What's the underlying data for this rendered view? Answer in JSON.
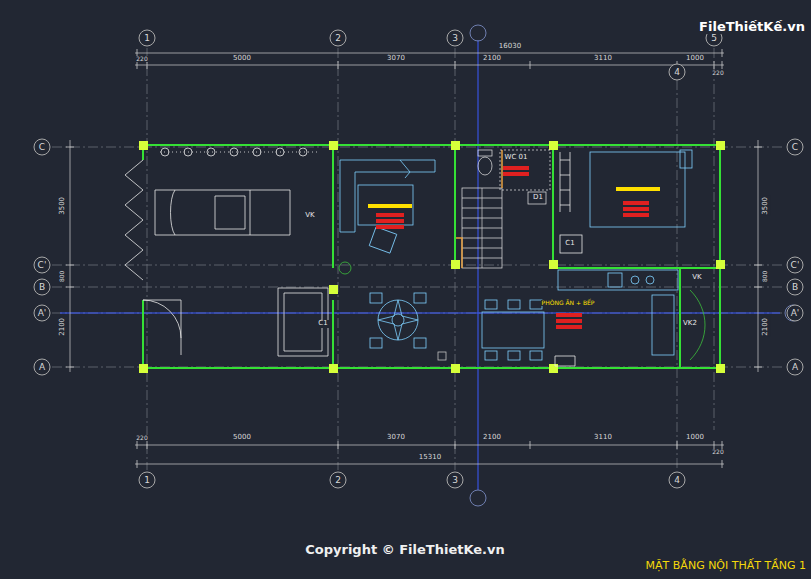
{
  "diagram": {
    "caption": "MẶT BẰNG NỘI THẤT TẦNG 1",
    "nodes": [
      {
        "text": [
          "1"
        ]
      },
      {
        "text": [
          "2"
        ]
      },
      {
        "text": [
          "3"
        ]
      },
      {
        "text": [
          "4"
        ]
      },
      {
        "text": [
          "5"
        ]
      },
      {
        "text": [
          "C"
        ]
      },
      {
        "text": [
          "C'"
        ]
      },
      {
        "text": [
          "B"
        ]
      },
      {
        "text": [
          "A'"
        ]
      },
      {
        "text": [
          "A"
        ]
      },
      {
        "text": [
          "C"
        ]
      },
      {
        "text": [
          "C'"
        ]
      },
      {
        "text": [
          "B"
        ]
      },
      {
        "text": [
          "A'"
        ]
      },
      {
        "text": [
          "A"
        ]
      },
      {
        "text": [
          "1"
        ]
      },
      {
        "text": [
          "2"
        ]
      },
      {
        "text": [
          "3"
        ]
      },
      {
        "text": [
          "4"
        ]
      }
    ],
    "labels": [
      "FileThiếtKế.vn",
      "16030",
      "220",
      "5000",
      "3070",
      "2100",
      "3110",
      "1000",
      "220",
      "3500",
      "800",
      "2100",
      "3500",
      "800",
      "2100",
      "VK",
      "WC 01",
      "D1",
      "C1",
      "PHÒNG ĂN + BẾP",
      "VK",
      "VK2",
      "C1",
      "220",
      "5000",
      "3070",
      "2100",
      "3110",
      "1000",
      "220",
      "15310",
      "Copyright © FileThietKe.vn"
    ]
  }
}
